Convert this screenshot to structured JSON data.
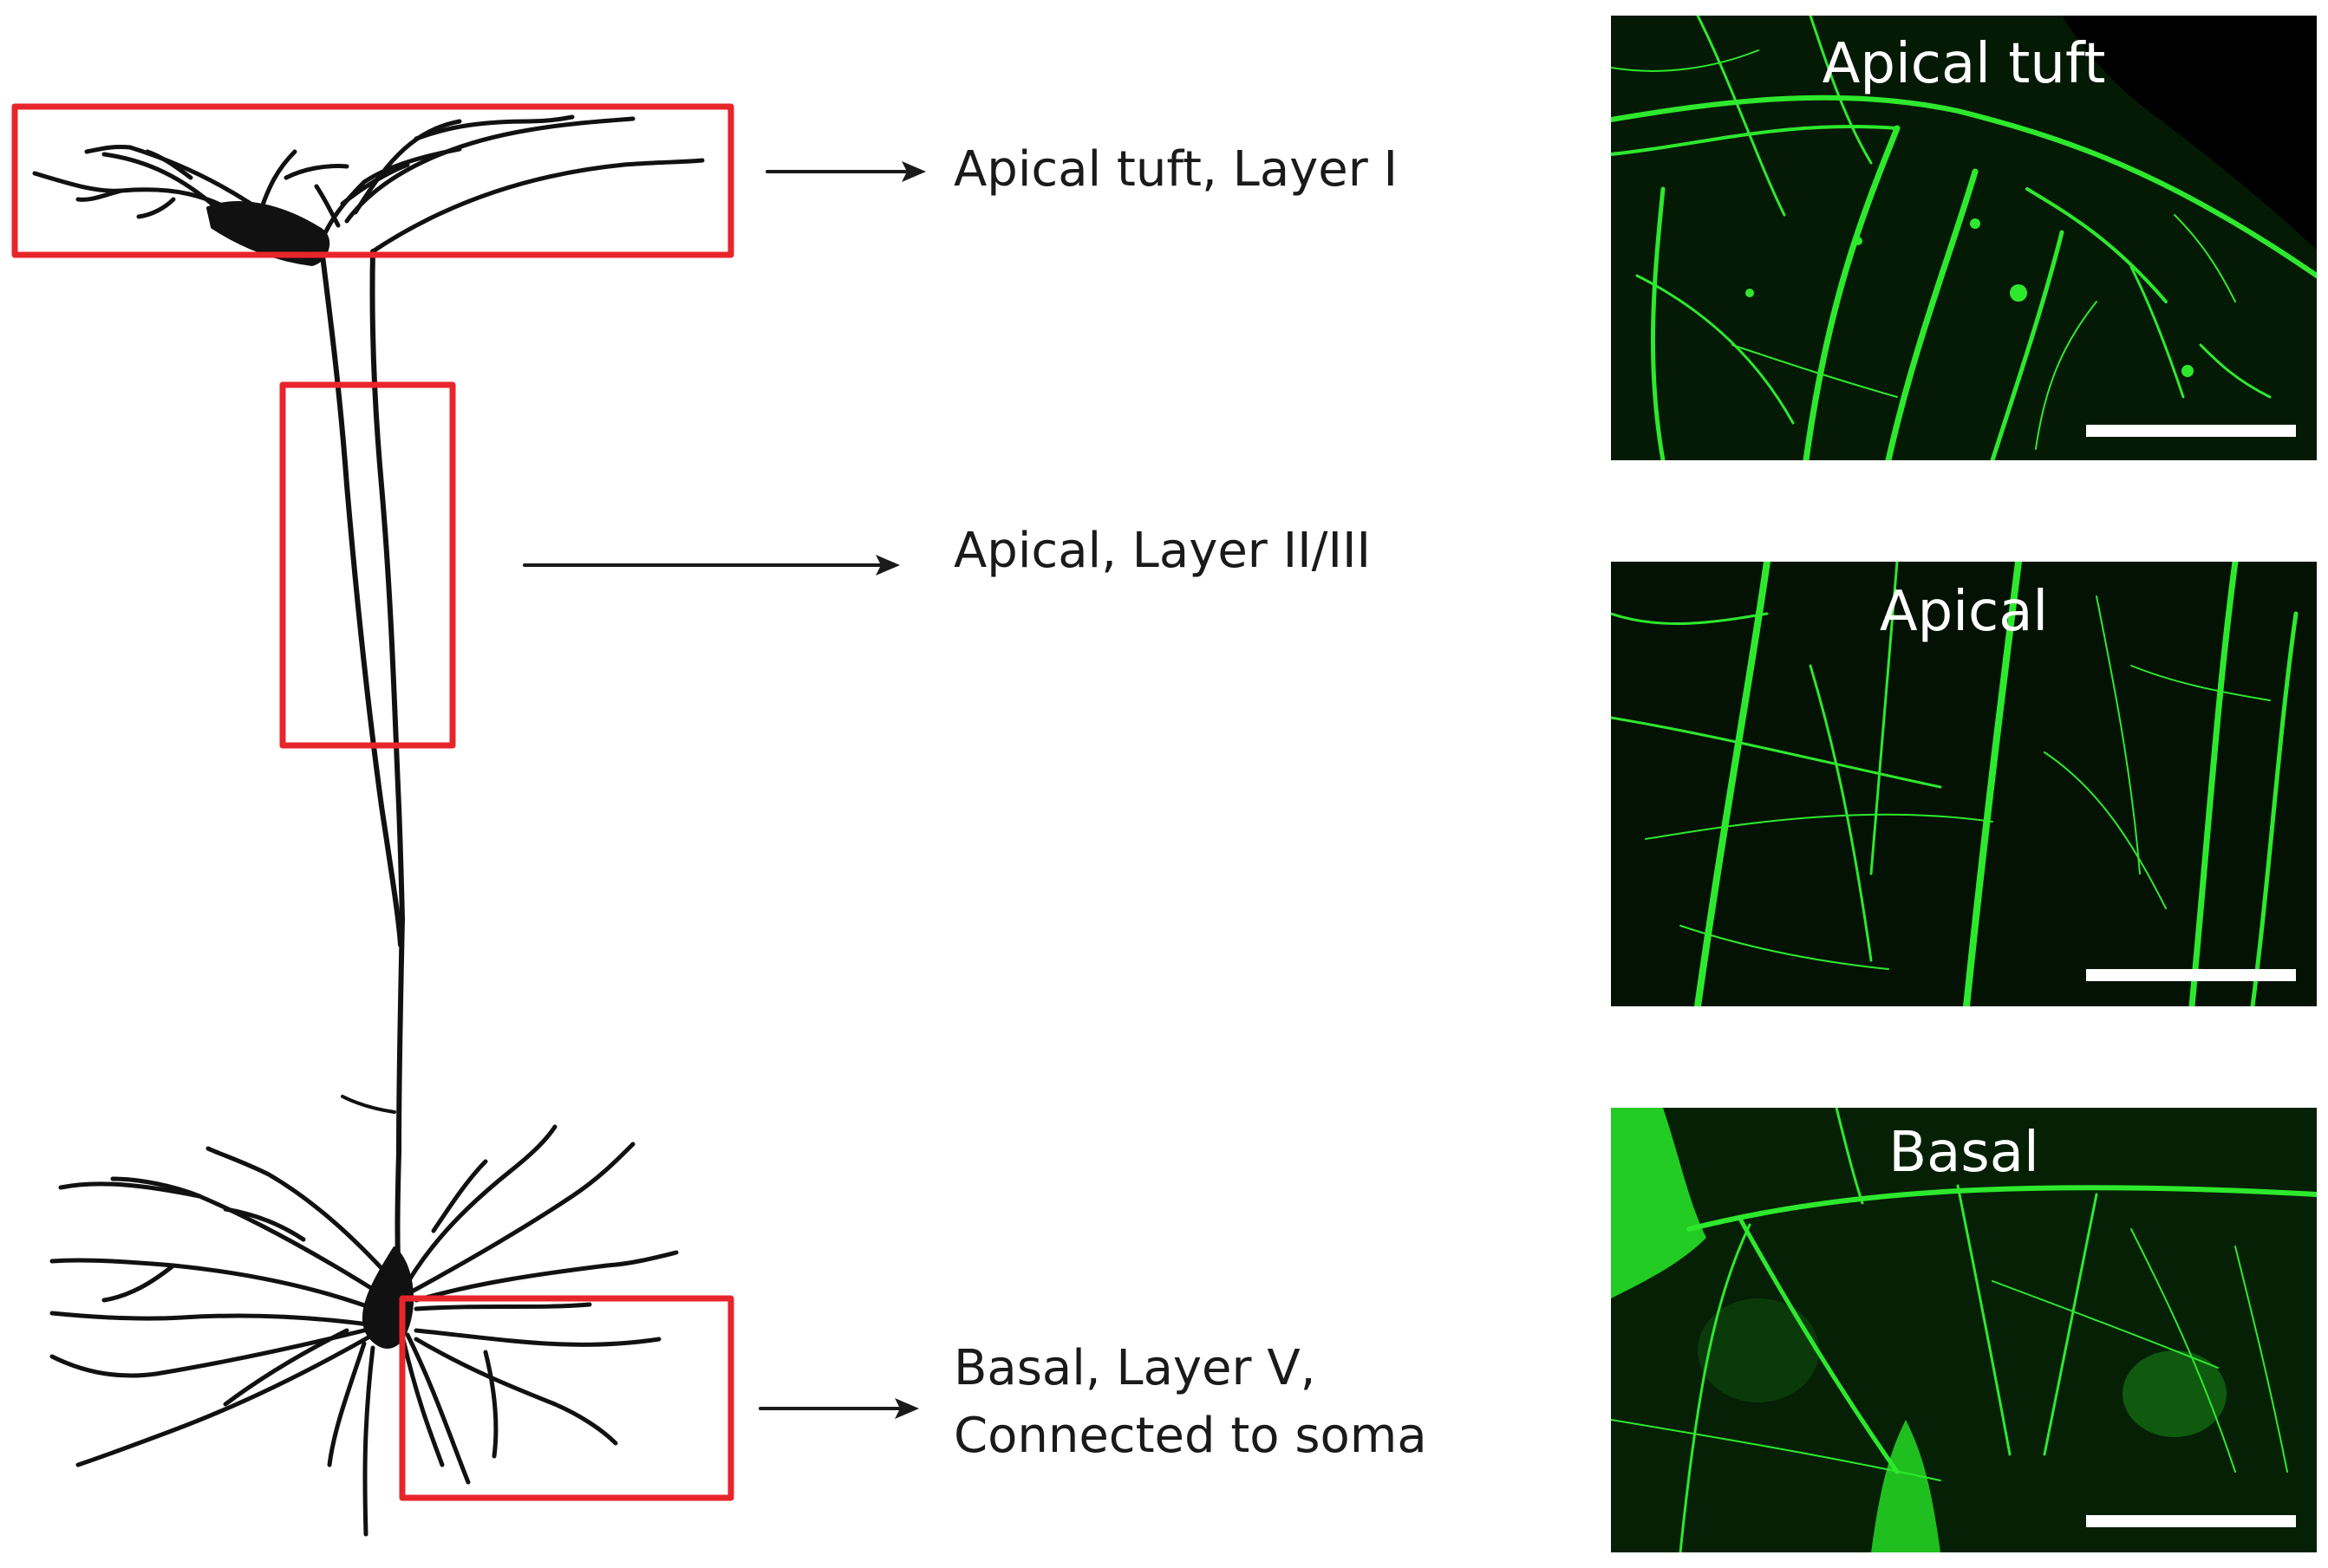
{
  "diagram": {
    "neuron": "pyramidal-neuron-drawing",
    "highlight_color": "#e8252b",
    "arrow_color": "#1a1a1a",
    "labels": {
      "apical_tuft": "Apical tuft, Layer I",
      "apical": "Apical, Layer II/III",
      "basal_line1": "Basal, Layer V,",
      "basal_line2": "Connected to soma"
    }
  },
  "panels": [
    {
      "title": "Apical tuft",
      "fluorescence_color": "#2ee82e"
    },
    {
      "title": "Apical",
      "fluorescence_color": "#2ee82e"
    },
    {
      "title": "Basal",
      "fluorescence_color": "#2ee82e"
    }
  ]
}
